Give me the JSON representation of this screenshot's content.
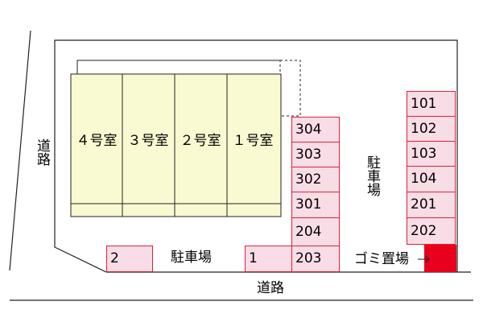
{
  "colors": {
    "building_fill": "#fafad2",
    "parking_fill": "#f9dde6",
    "parking_stroke": "#e0203a",
    "garbage_fill": "#e8001c",
    "line": "#222222"
  },
  "road_labels": {
    "left": "道路",
    "bottom": "道路"
  },
  "rooms": [
    {
      "label": "４号室"
    },
    {
      "label": "３号室"
    },
    {
      "label": "２号室"
    },
    {
      "label": "１号室"
    }
  ],
  "parking_center": {
    "label": "駐車場",
    "spaces": [
      "304",
      "303",
      "302",
      "301",
      "204",
      "203"
    ]
  },
  "parking_right": {
    "label": "駐車場",
    "spaces": [
      "101",
      "102",
      "103",
      "104",
      "201",
      "202"
    ]
  },
  "parking_bottom": {
    "label": "駐車場",
    "spaces": [
      "2",
      "1"
    ]
  },
  "garbage": {
    "label": "ゴミ置場"
  }
}
